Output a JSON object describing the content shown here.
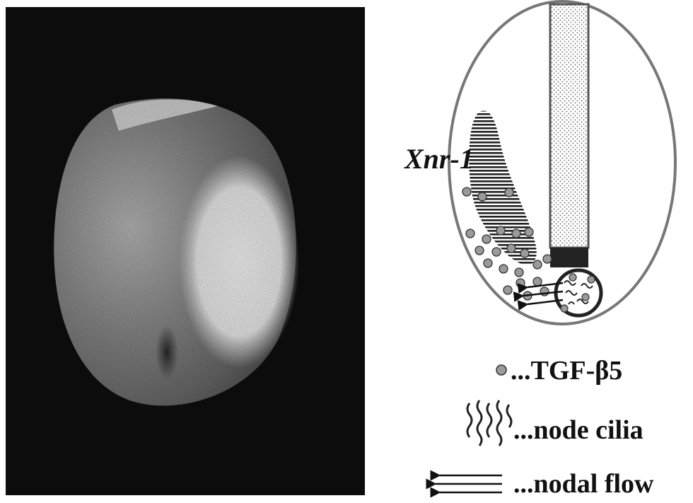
{
  "figure": {
    "photo": {
      "description_icon": "embryo-photo"
    },
    "diagram": {
      "gene_label": "Xnr-1",
      "legend": [
        {
          "icon": "tgf-dot-icon",
          "text": "...TGF-β5"
        },
        {
          "icon": "cilia-icon",
          "text": "...node cilia"
        },
        {
          "icon": "flow-arrow-icon",
          "text": "...nodal flow"
        }
      ]
    },
    "colors": {
      "background": "#ffffff",
      "ink": "#111111",
      "outline_gray": "#777777",
      "dot_fill": "#9a9a9a",
      "photo_dark": "#0c0c0c"
    }
  }
}
